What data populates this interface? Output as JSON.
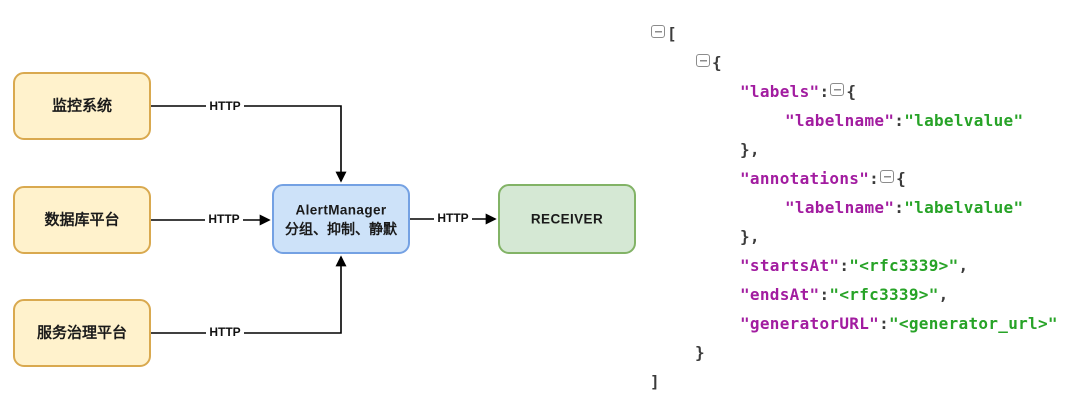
{
  "diagram": {
    "nodes": [
      {
        "id": "monitoring",
        "label": "监控系统",
        "fill": "#FFF2CC",
        "stroke": "#D9A94F"
      },
      {
        "id": "database",
        "label": "数据库平台",
        "fill": "#FFF2CC",
        "stroke": "#D9A94F"
      },
      {
        "id": "governance",
        "label": "服务治理平台",
        "fill": "#FFF2CC",
        "stroke": "#D9A94F"
      },
      {
        "id": "alertmanager",
        "title": "AlertManager",
        "subtitle": "分组、抑制、静默",
        "fill": "#CDE2F9",
        "stroke": "#74A1E3"
      },
      {
        "id": "receiver",
        "label": "RECEIVER",
        "fill": "#D5E8D4",
        "stroke": "#82B366"
      }
    ],
    "edges": [
      {
        "from": "monitoring",
        "to": "alertmanager",
        "label": "HTTP"
      },
      {
        "from": "database",
        "to": "alertmanager",
        "label": "HTTP"
      },
      {
        "from": "governance",
        "to": "alertmanager",
        "label": "HTTP"
      },
      {
        "from": "alertmanager",
        "to": "receiver",
        "label": "HTTP"
      }
    ],
    "arrow_color": "#000000"
  },
  "code": {
    "collapse_icon": "minus-square-icon",
    "colors": {
      "key": "#A21CA0",
      "value": "#27A327",
      "punct": "#3B3B3B",
      "icon": "#8C8C8C"
    },
    "lines": [
      {
        "indent": 0,
        "tokens": [
          {
            "type": "icon"
          },
          {
            "type": "punct",
            "text": "["
          }
        ]
      },
      {
        "indent": 1,
        "tokens": [
          {
            "type": "icon"
          },
          {
            "type": "punct",
            "text": "{"
          }
        ]
      },
      {
        "indent": 2,
        "tokens": [
          {
            "type": "key",
            "text": "\"labels\""
          },
          {
            "type": "punct",
            "text": ":"
          },
          {
            "type": "icon"
          },
          {
            "type": "punct",
            "text": "{"
          }
        ]
      },
      {
        "indent": 3,
        "tokens": [
          {
            "type": "key",
            "text": "\"labelname\""
          },
          {
            "type": "punct",
            "text": ":"
          },
          {
            "type": "value",
            "text": "\"labelvalue\""
          }
        ]
      },
      {
        "indent": 2,
        "tokens": [
          {
            "type": "punct",
            "text": "},"
          }
        ]
      },
      {
        "indent": 2,
        "tokens": [
          {
            "type": "key",
            "text": "\"annotations\""
          },
          {
            "type": "punct",
            "text": ":"
          },
          {
            "type": "icon"
          },
          {
            "type": "punct",
            "text": "{"
          }
        ]
      },
      {
        "indent": 3,
        "tokens": [
          {
            "type": "key",
            "text": "\"labelname\""
          },
          {
            "type": "punct",
            "text": ":"
          },
          {
            "type": "value",
            "text": "\"labelvalue\""
          }
        ]
      },
      {
        "indent": 2,
        "tokens": [
          {
            "type": "punct",
            "text": "},"
          }
        ]
      },
      {
        "indent": 2,
        "tokens": [
          {
            "type": "key",
            "text": "\"startsAt\""
          },
          {
            "type": "punct",
            "text": ":"
          },
          {
            "type": "value",
            "text": "\"<rfc3339>\""
          },
          {
            "type": "punct",
            "text": ","
          }
        ]
      },
      {
        "indent": 2,
        "tokens": [
          {
            "type": "key",
            "text": "\"endsAt\""
          },
          {
            "type": "punct",
            "text": ":"
          },
          {
            "type": "value",
            "text": "\"<rfc3339>\""
          },
          {
            "type": "punct",
            "text": ","
          }
        ]
      },
      {
        "indent": 2,
        "tokens": [
          {
            "type": "key",
            "text": "\"generatorURL\""
          },
          {
            "type": "punct",
            "text": ":"
          },
          {
            "type": "value",
            "text": "\"<generator_url>\""
          }
        ]
      },
      {
        "indent": 1,
        "tokens": [
          {
            "type": "punct",
            "text": "}"
          }
        ]
      },
      {
        "indent": 0,
        "tokens": [
          {
            "type": "punct",
            "text": "]"
          }
        ]
      }
    ]
  }
}
